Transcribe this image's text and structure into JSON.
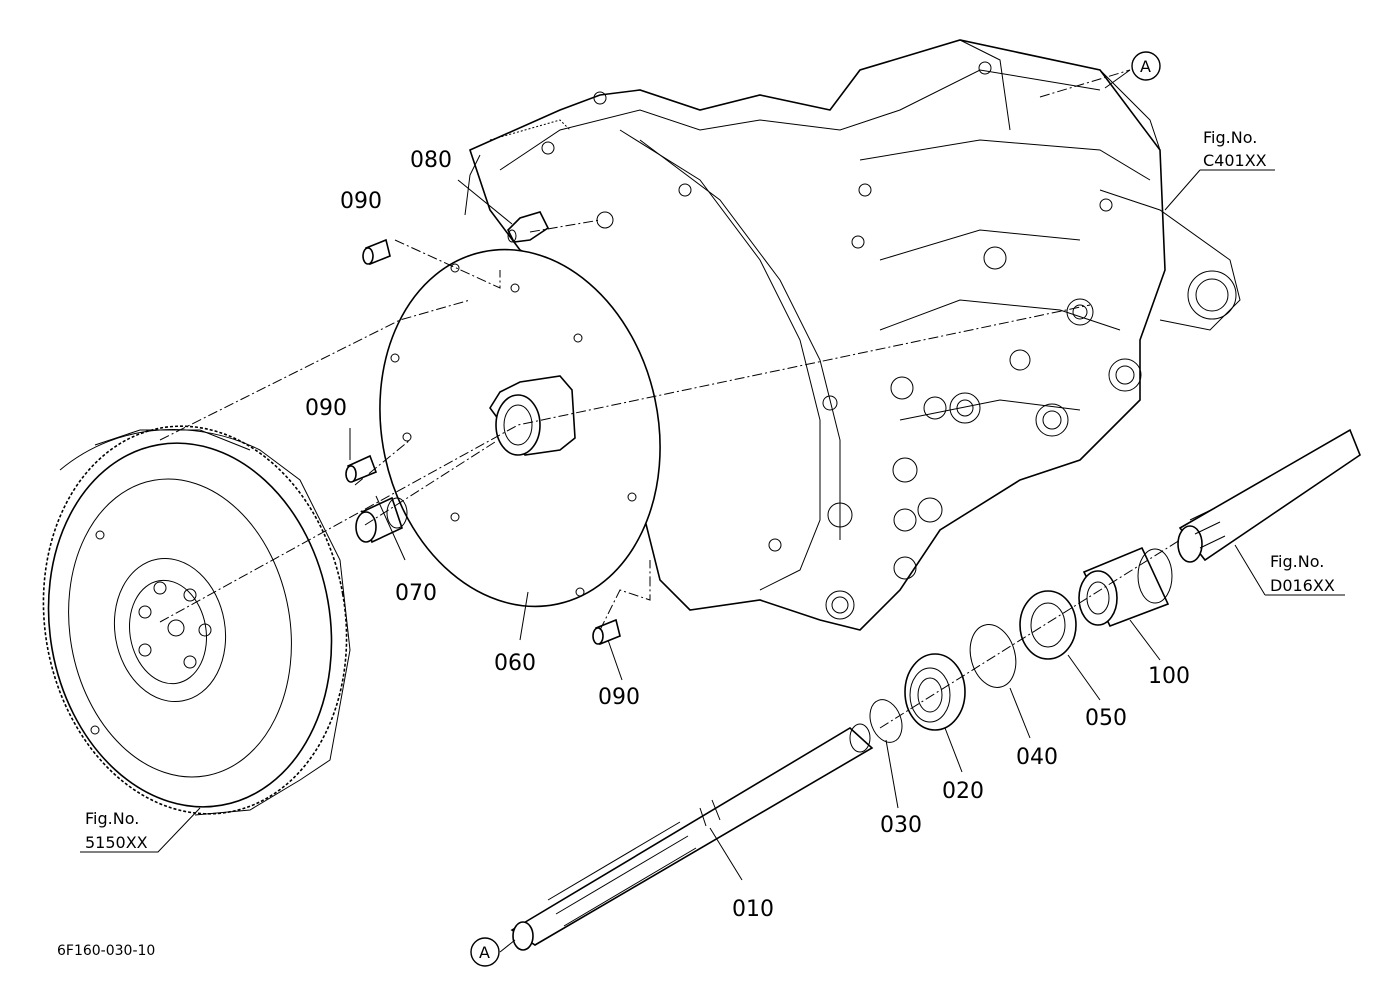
{
  "callouts": {
    "p010": "010",
    "p020": "020",
    "p030": "030",
    "p040": "040",
    "p050": "050",
    "p060": "060",
    "p070": "070",
    "p080": "080",
    "p090_top": "090",
    "p090_mid": "090",
    "p090_bot": "090",
    "p100": "100"
  },
  "references": {
    "fig_label": "Fig.No.",
    "fig_c401": "C401XX",
    "fig_d016": "D016XX",
    "fig_5150": "5150XX",
    "marker_top": "A",
    "marker_bottom": "A"
  },
  "drawing_code": "6F160-030-10"
}
